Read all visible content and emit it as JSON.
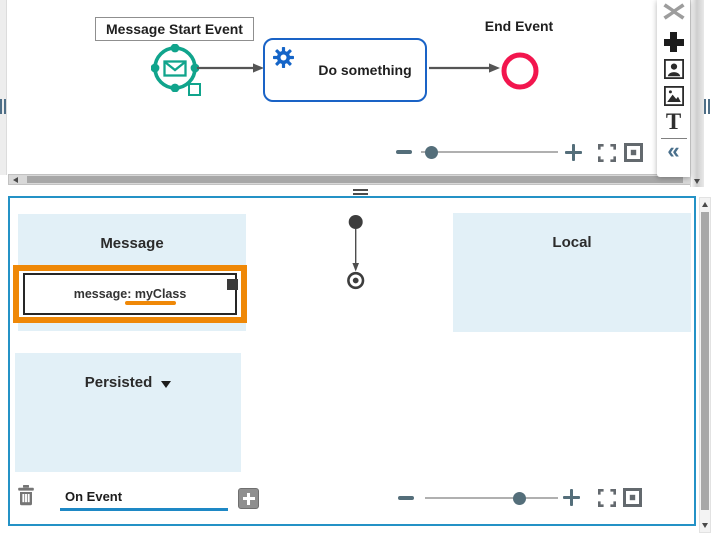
{
  "canvas": {
    "start_event_label": "Message Start Event",
    "task_label": "Do something",
    "end_event_label": "End Event"
  },
  "palette": {
    "text_tool_glyph": "T",
    "collapse_glyph": "«"
  },
  "variables_panel": {
    "message_section_title": "Message",
    "message_item_label": "message: myClass",
    "local_section_title": "Local",
    "persisted_section_title": "Persisted",
    "on_event_label": "On Event"
  },
  "colors": {
    "event_teal": "#10a48c",
    "task_blue": "#1a63c6",
    "end_event_red": "#f2164e",
    "selection_orange": "#ef8807",
    "section_bg_blue": "#e2f0f7",
    "panel_border_blue": "#2492c6",
    "underline_blue": "#1e88c5",
    "control_slate": "#546e7a"
  }
}
